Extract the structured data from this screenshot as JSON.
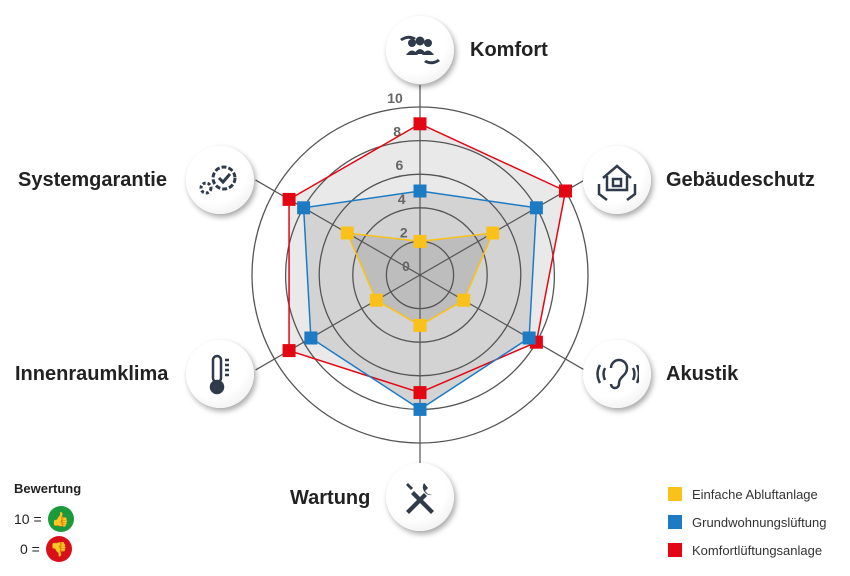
{
  "chart_data": {
    "type": "radar",
    "categories": [
      "Komfort",
      "Gebäudeschutz",
      "Akustik",
      "Wartung",
      "Innenraumklima",
      "Systemgarantie"
    ],
    "ticks": [
      "0",
      "2",
      "4",
      "6",
      "8",
      "10"
    ],
    "range": [
      0,
      10
    ],
    "series": [
      {
        "name": "Komfortlüftungsanlage",
        "color": "#e30613",
        "fill": "#e9e9e9",
        "values": [
          9,
          10,
          8,
          7,
          9,
          9
        ]
      },
      {
        "name": "Grundwohnungslüftung",
        "color": "#1d7bc4",
        "fill": "#d3d3d3",
        "values": [
          5,
          8,
          7.5,
          8,
          7.5,
          8
        ]
      },
      {
        "name": "Einfache Abluftanlage",
        "color": "#f9c11a",
        "fill": "#bdbdbd",
        "values": [
          2,
          5,
          3,
          3,
          3,
          5
        ]
      }
    ],
    "legend": [
      "Einfache Abluftanlage",
      "Grundwohnungslüftung",
      "Komfortlüftungsanlage"
    ],
    "legend_position": "bottom-right"
  },
  "rating": {
    "title": "Bewertung",
    "high": "10 =",
    "low": "0 =",
    "high_icon": "thumbs-up-icon",
    "low_icon": "thumbs-down-icon",
    "high_color": "#1a9a3c",
    "low_color": "#d9101a"
  }
}
